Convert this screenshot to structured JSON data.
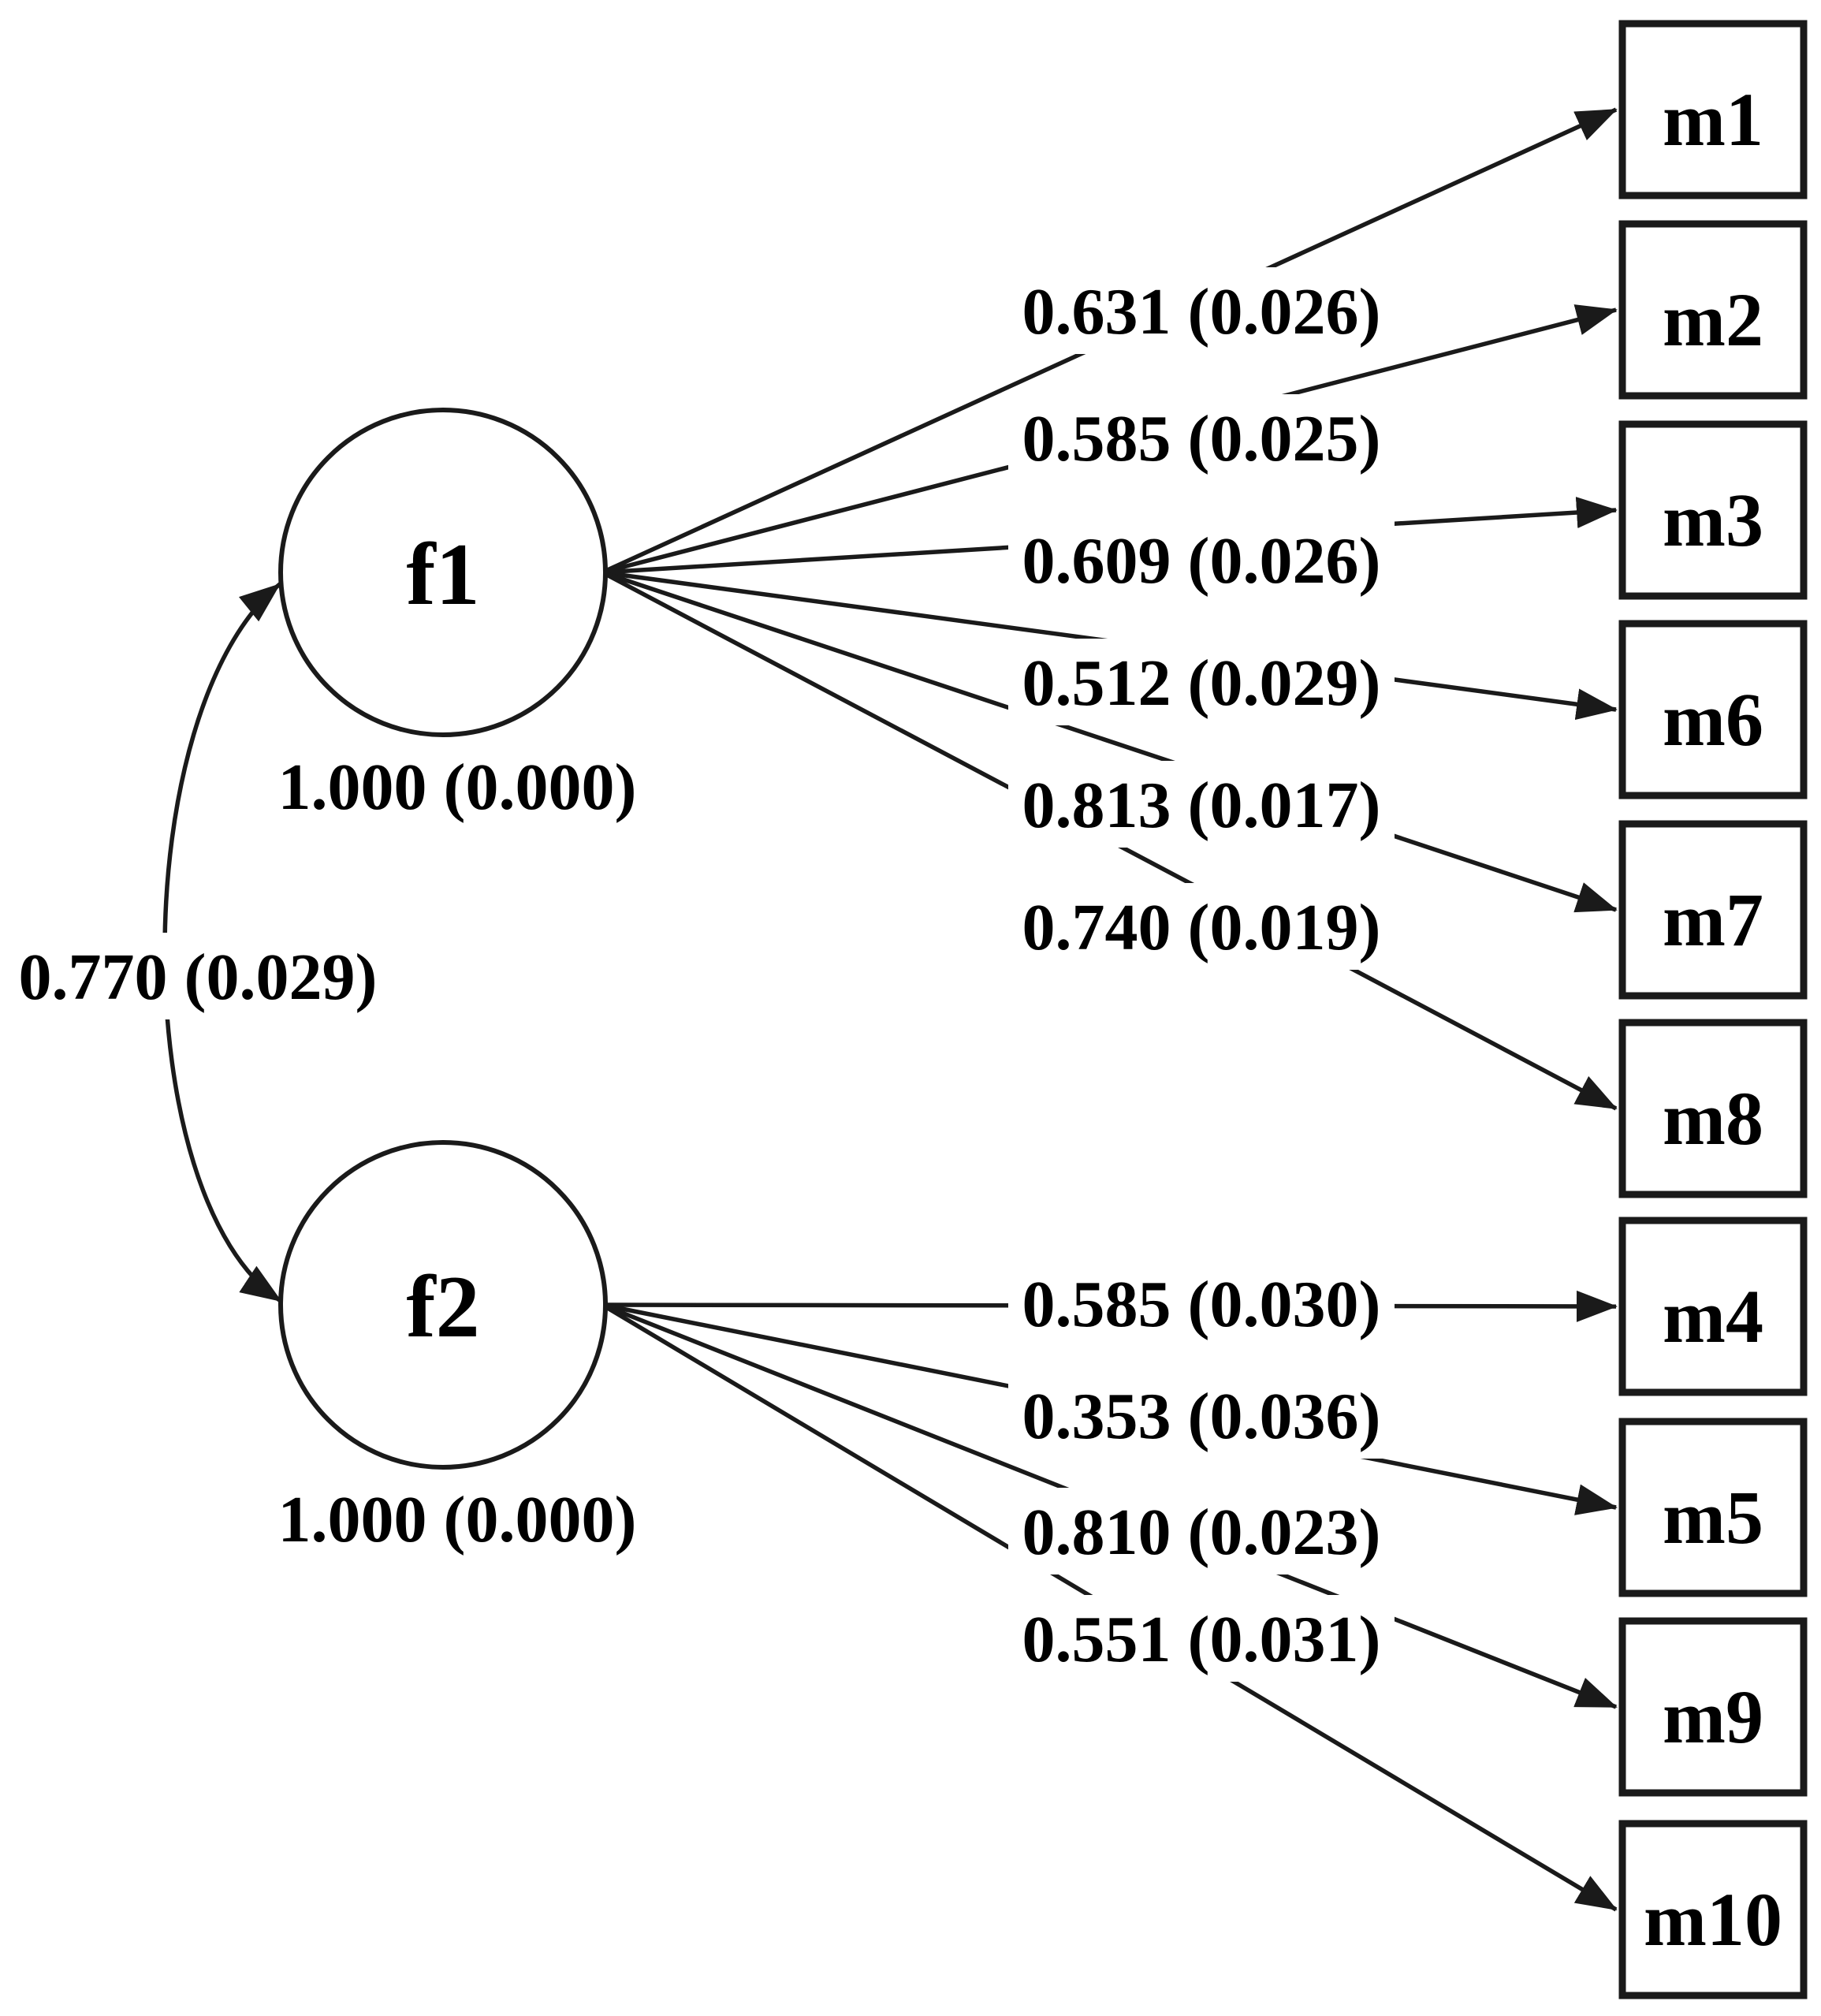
{
  "diagram": {
    "kind": "confirmatory-factor-analysis-path-diagram",
    "factors": [
      {
        "id": "f1",
        "label": "f1",
        "variance_label": "1.000 (0.000)"
      },
      {
        "id": "f2",
        "label": "f2",
        "variance_label": "1.000 (0.000)"
      }
    ],
    "covariance": {
      "between": [
        "f1",
        "f2"
      ],
      "label": "0.770 (0.029)"
    },
    "indicators": [
      {
        "id": "m1",
        "label": "m1"
      },
      {
        "id": "m2",
        "label": "m2"
      },
      {
        "id": "m3",
        "label": "m3"
      },
      {
        "id": "m6",
        "label": "m6"
      },
      {
        "id": "m7",
        "label": "m7"
      },
      {
        "id": "m8",
        "label": "m8"
      },
      {
        "id": "m4",
        "label": "m4"
      },
      {
        "id": "m5",
        "label": "m5"
      },
      {
        "id": "m9",
        "label": "m9"
      },
      {
        "id": "m10",
        "label": "m10"
      }
    ],
    "loadings": [
      {
        "from": "f1",
        "to": "m1",
        "label": "0.631 (0.026)"
      },
      {
        "from": "f1",
        "to": "m2",
        "label": "0.585 (0.025)"
      },
      {
        "from": "f1",
        "to": "m3",
        "label": "0.609 (0.026)"
      },
      {
        "from": "f1",
        "to": "m6",
        "label": "0.512 (0.029)"
      },
      {
        "from": "f1",
        "to": "m7",
        "label": "0.813 (0.017)"
      },
      {
        "from": "f1",
        "to": "m8",
        "label": "0.740 (0.019)"
      },
      {
        "from": "f2",
        "to": "m4",
        "label": "0.585 (0.030)"
      },
      {
        "from": "f2",
        "to": "m5",
        "label": "0.353 (0.036)"
      },
      {
        "from": "f2",
        "to": "m9",
        "label": "0.810 (0.023)"
      },
      {
        "from": "f2",
        "to": "m10",
        "label": "0.551 (0.031)"
      }
    ]
  }
}
